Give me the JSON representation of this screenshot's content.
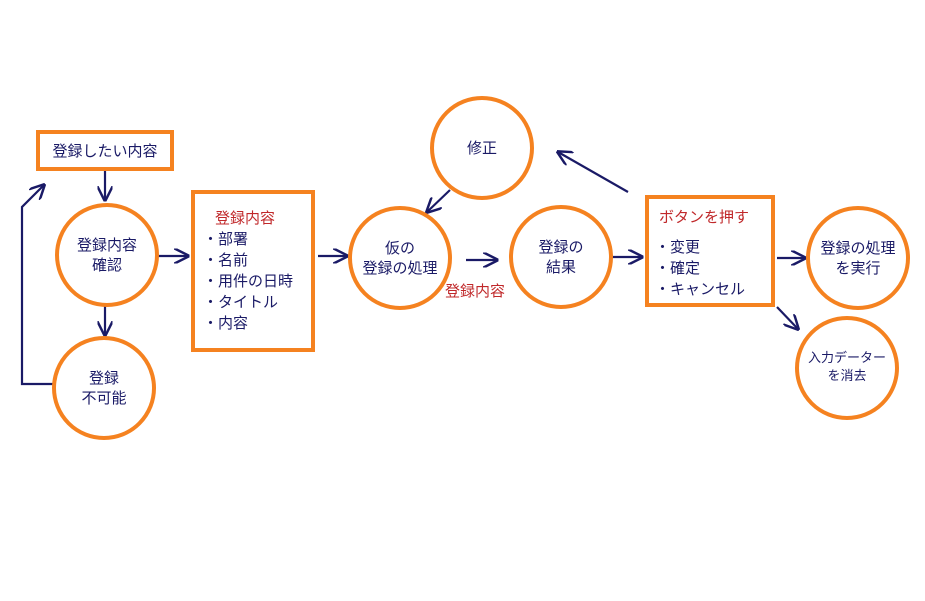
{
  "colors": {
    "accent": "#F58220",
    "line": "#1a1a66",
    "highlight": "#c0282a"
  },
  "register_wish": "登録したい内容",
  "confirm": {
    "line1": "登録内容",
    "line2": "確認"
  },
  "not_possible": {
    "line1": "登録",
    "line2": "不可能"
  },
  "content_box": {
    "title": "登録内容",
    "items": [
      "部署",
      "名前",
      "用件の日時",
      "タイトル",
      "内容"
    ]
  },
  "temp": {
    "line1": "仮の",
    "line2": "登録の処理"
  },
  "temp_label": "登録内容",
  "fix": "修正",
  "result": {
    "line1": "登録の",
    "line2": "結果"
  },
  "buttons_box": {
    "title": "ボタンを押す",
    "items": [
      "変更",
      "確定",
      "キャンセル"
    ]
  },
  "execute": {
    "line1": "登録の処理",
    "line2": "を実行"
  },
  "erase": {
    "line1": "入力データー",
    "line2": "を消去"
  }
}
